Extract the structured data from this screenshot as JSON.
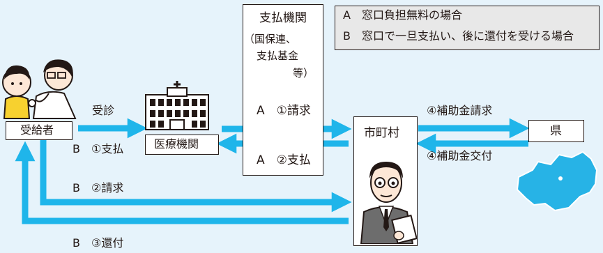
{
  "legend": {
    "line_a": "A　窓口負担無料の場合",
    "line_b": "B　窓口で一旦支払い、後に還付を受ける場合"
  },
  "nodes": {
    "payer": {
      "name": "支払機関",
      "detail_1": "（国保連、",
      "detail_2": "支払基金",
      "detail_3": "等）"
    },
    "recipient": "受給者",
    "hospital": "医療機関",
    "municipality": "市町村",
    "prefecture": "県"
  },
  "arrows": {
    "consult": "受診",
    "b_pay": "B　①支払",
    "a_claim": "A　①請求",
    "a_pay": "A　②支払",
    "b_claim": "B　②請求",
    "b_refund": "B　③還付",
    "subsidy_claim": "④補助金請求",
    "subsidy_grant": "④補助金交付"
  },
  "colors": {
    "arrow": "#1fb5ea",
    "background": "#e6f3fb",
    "legend_bg": "#e8e8e8",
    "map": "#27b3e6"
  },
  "icons": [
    "doctor-patient-illustration",
    "hospital-building-icon",
    "official-person-illustration",
    "prefecture-map-icon"
  ]
}
